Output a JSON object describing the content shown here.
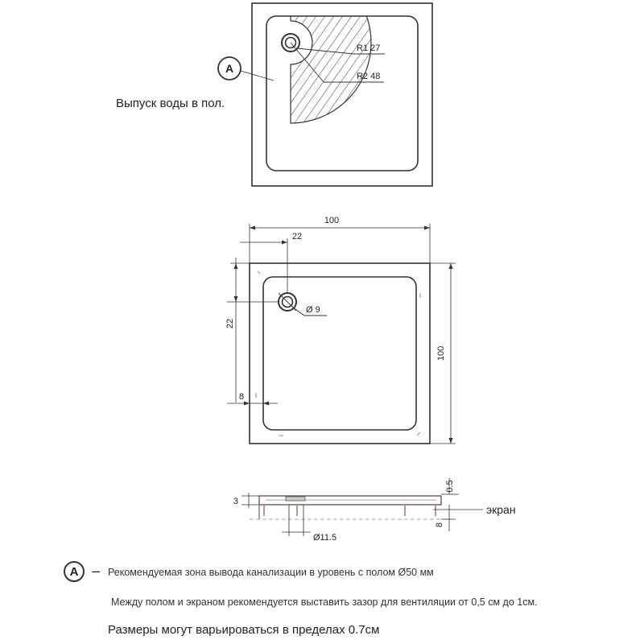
{
  "top_view": {
    "marker_letter": "A",
    "radius_inner_label": "R1 27",
    "radius_outer_label": "R2 48",
    "drain_caption": "Выпуск воды в пол."
  },
  "plan_view": {
    "width_label": "100",
    "height_label": "100",
    "drain_offset_x_label": "22",
    "drain_offset_y_label": "22",
    "drain_diameter_label": "Ø 9",
    "rim_label": "8"
  },
  "side_view": {
    "tray_height_label": "3",
    "edge_label": "0.5",
    "screen_label": "экран",
    "screen_gap_label": "8",
    "outlet_diameter_label": "Ø11.5"
  },
  "legend": {
    "marker_letter": "A",
    "dash": "–",
    "text": "Рекомендуемая зона вывода канализации в уровень с полом   Ø50 мм"
  },
  "notes": {
    "ventilation": "Между полом и экраном рекомендуется выставить зазор для вентиляции от 0,5 см до 1см.",
    "size_variation": "Размеры могут варьироваться в пределах 0.7см"
  }
}
